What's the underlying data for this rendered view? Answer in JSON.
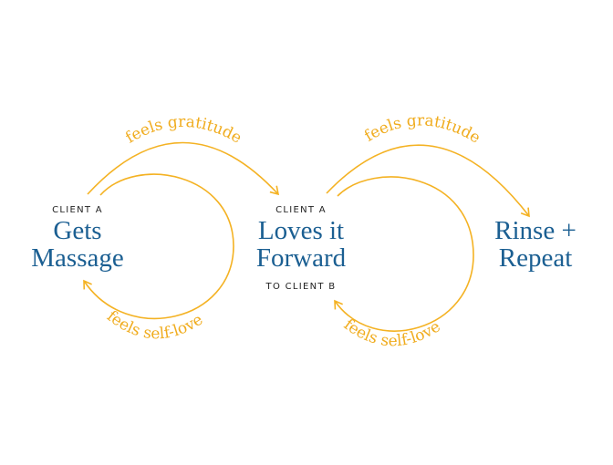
{
  "colors": {
    "arrow": "#f4b223",
    "heading": "#1b5f92",
    "caption": "#222222"
  },
  "loop1": {
    "top_label": "feels gratitude",
    "bottom_label": "feels self-love"
  },
  "loop2": {
    "top_label": "feels gratitude",
    "bottom_label": "feels self-love"
  },
  "step1": {
    "caption": "CLIENT A",
    "line1": "Gets",
    "line2": "Massage"
  },
  "step2": {
    "caption": "CLIENT A",
    "line1": "Loves it",
    "line2": "Forward",
    "subcaption": "TO CLIENT B"
  },
  "step3": {
    "line1": "Rinse +",
    "line2": "Repeat"
  }
}
